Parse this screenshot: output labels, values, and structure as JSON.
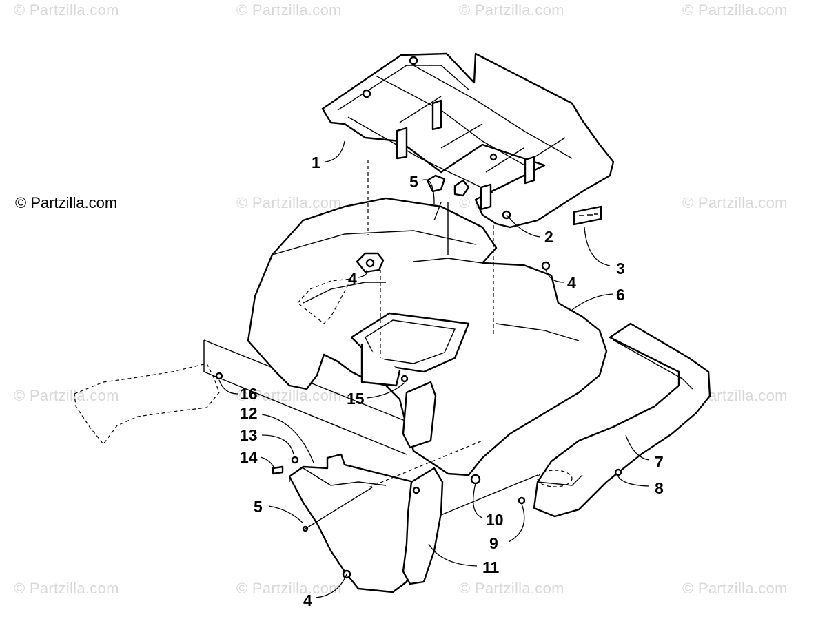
{
  "watermark": "© Partzilla.com",
  "credit": "© Partzilla.com",
  "callouts": [
    "1",
    "2",
    "3",
    "4",
    "4",
    "4",
    "5",
    "5",
    "6",
    "7",
    "8",
    "9",
    "10",
    "11",
    "12",
    "13",
    "14",
    "15",
    "16"
  ]
}
